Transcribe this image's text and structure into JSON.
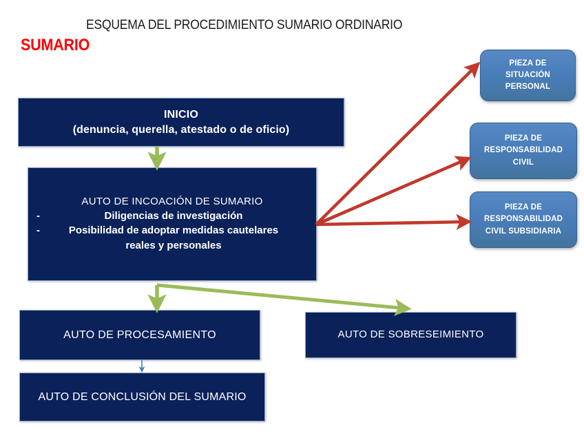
{
  "title": "ESQUEMA DEL PROCEDIMIENTO SUMARIO ORDINARIO",
  "section_label": "SUMARIO",
  "colors": {
    "navy_box": "#0B2159",
    "navy_border": "#8FA7C9",
    "pieza_box": "#4A7EBB",
    "pieza_border": "#35608F",
    "red_arrow": "#C0392B",
    "green_arrow": "#9BBB59",
    "blue_arrow": "#4A7EBB",
    "section_label_color": "#FF0000",
    "background": "#FFFFFF"
  },
  "boxes": {
    "inicio": {
      "line1": "INICIO",
      "line2": "(denuncia, querella, atestado o de oficio)"
    },
    "incoacion": {
      "heading": "AUTO DE INCOACIÓN DE SUMARIO",
      "dash": "-",
      "bullet1": "Diligencias de investigación",
      "bullet2_line1": "Posibilidad de adoptar medidas cautelares",
      "bullet2_line2": "reales y personales"
    },
    "procesamiento": {
      "label": "AUTO DE PROCESAMIENTO"
    },
    "sobreseimiento": {
      "label": "AUTO DE SOBRESEIMIENTO"
    },
    "conclusion": {
      "label": "AUTO DE CONCLUSIÓN DEL SUMARIO"
    }
  },
  "piezas": [
    {
      "id": "situacion-personal",
      "line1": "PIEZA DE",
      "line2": "SITUACIÓN",
      "line3": "PERSONAL"
    },
    {
      "id": "responsabilidad-civil",
      "line1": "PIEZA DE",
      "line2": "RESPONSABILIDAD",
      "line3": "CIVIL"
    },
    {
      "id": "responsabilidad-civil-subsidiaria",
      "line1": "PIEZA DE",
      "line2": "RESPONSABILIDAD",
      "line3": "CIVIL SUBSIDIARIA"
    }
  ],
  "arrows": [
    {
      "name": "inicio-to-incoacion",
      "color": "green",
      "from": "inicio",
      "to": "incoacion"
    },
    {
      "name": "incoacion-to-pieza-situacion-personal",
      "color": "red",
      "from": "incoacion",
      "to": "situacion-personal"
    },
    {
      "name": "incoacion-to-pieza-responsabilidad-civil",
      "color": "red",
      "from": "incoacion",
      "to": "responsabilidad-civil"
    },
    {
      "name": "incoacion-to-pieza-responsabilidad-civil-subsidiaria",
      "color": "red",
      "from": "incoacion",
      "to": "responsabilidad-civil-subsidiaria"
    },
    {
      "name": "incoacion-to-procesamiento",
      "color": "green",
      "from": "incoacion",
      "to": "procesamiento"
    },
    {
      "name": "incoacion-to-sobreseimiento",
      "color": "green",
      "from": "incoacion",
      "to": "sobreseimiento"
    },
    {
      "name": "procesamiento-to-conclusion",
      "color": "blue",
      "from": "procesamiento",
      "to": "conclusion"
    }
  ]
}
